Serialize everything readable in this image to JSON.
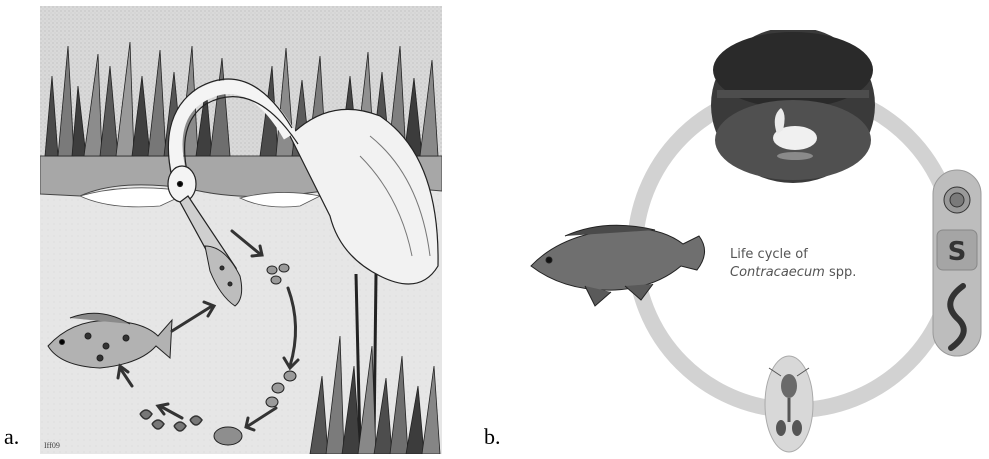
{
  "labels": {
    "panel_a": "a.",
    "panel_b": "b."
  },
  "panel_b": {
    "title_line1": "Life cycle of",
    "genus": "Contracaecum",
    "species_suffix": " spp."
  },
  "panel_a": {
    "signature": "Iff09"
  }
}
